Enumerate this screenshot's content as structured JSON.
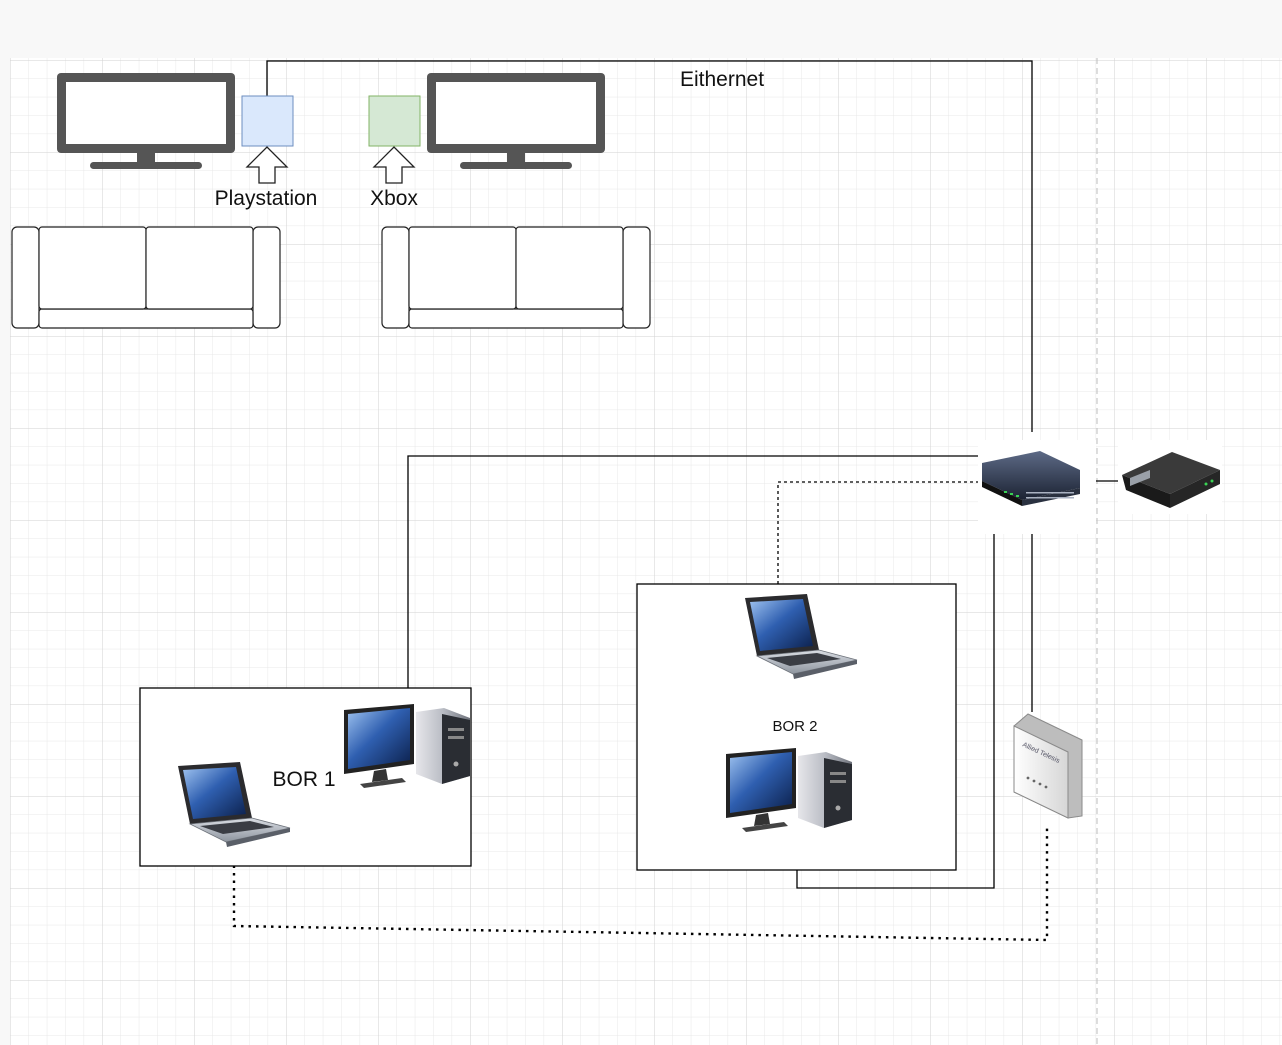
{
  "labels": {
    "ethernet": "Eithernet",
    "playstation": "Playstation",
    "xbox": "Xbox",
    "bor1": "BOR 1",
    "bor2": "BOR 2",
    "ap_brand": "Allied Telesis"
  },
  "colors": {
    "canvas_bg": "#ffffff",
    "grid_minor": "#e8e8e8",
    "grid_major": "#d0d0d0",
    "playstation_fill": "#dae8fc",
    "playstation_stroke": "#6c8ebf",
    "xbox_fill": "#d5e8d4",
    "xbox_stroke": "#82b366",
    "tv": "#555555",
    "line": "#000000"
  }
}
